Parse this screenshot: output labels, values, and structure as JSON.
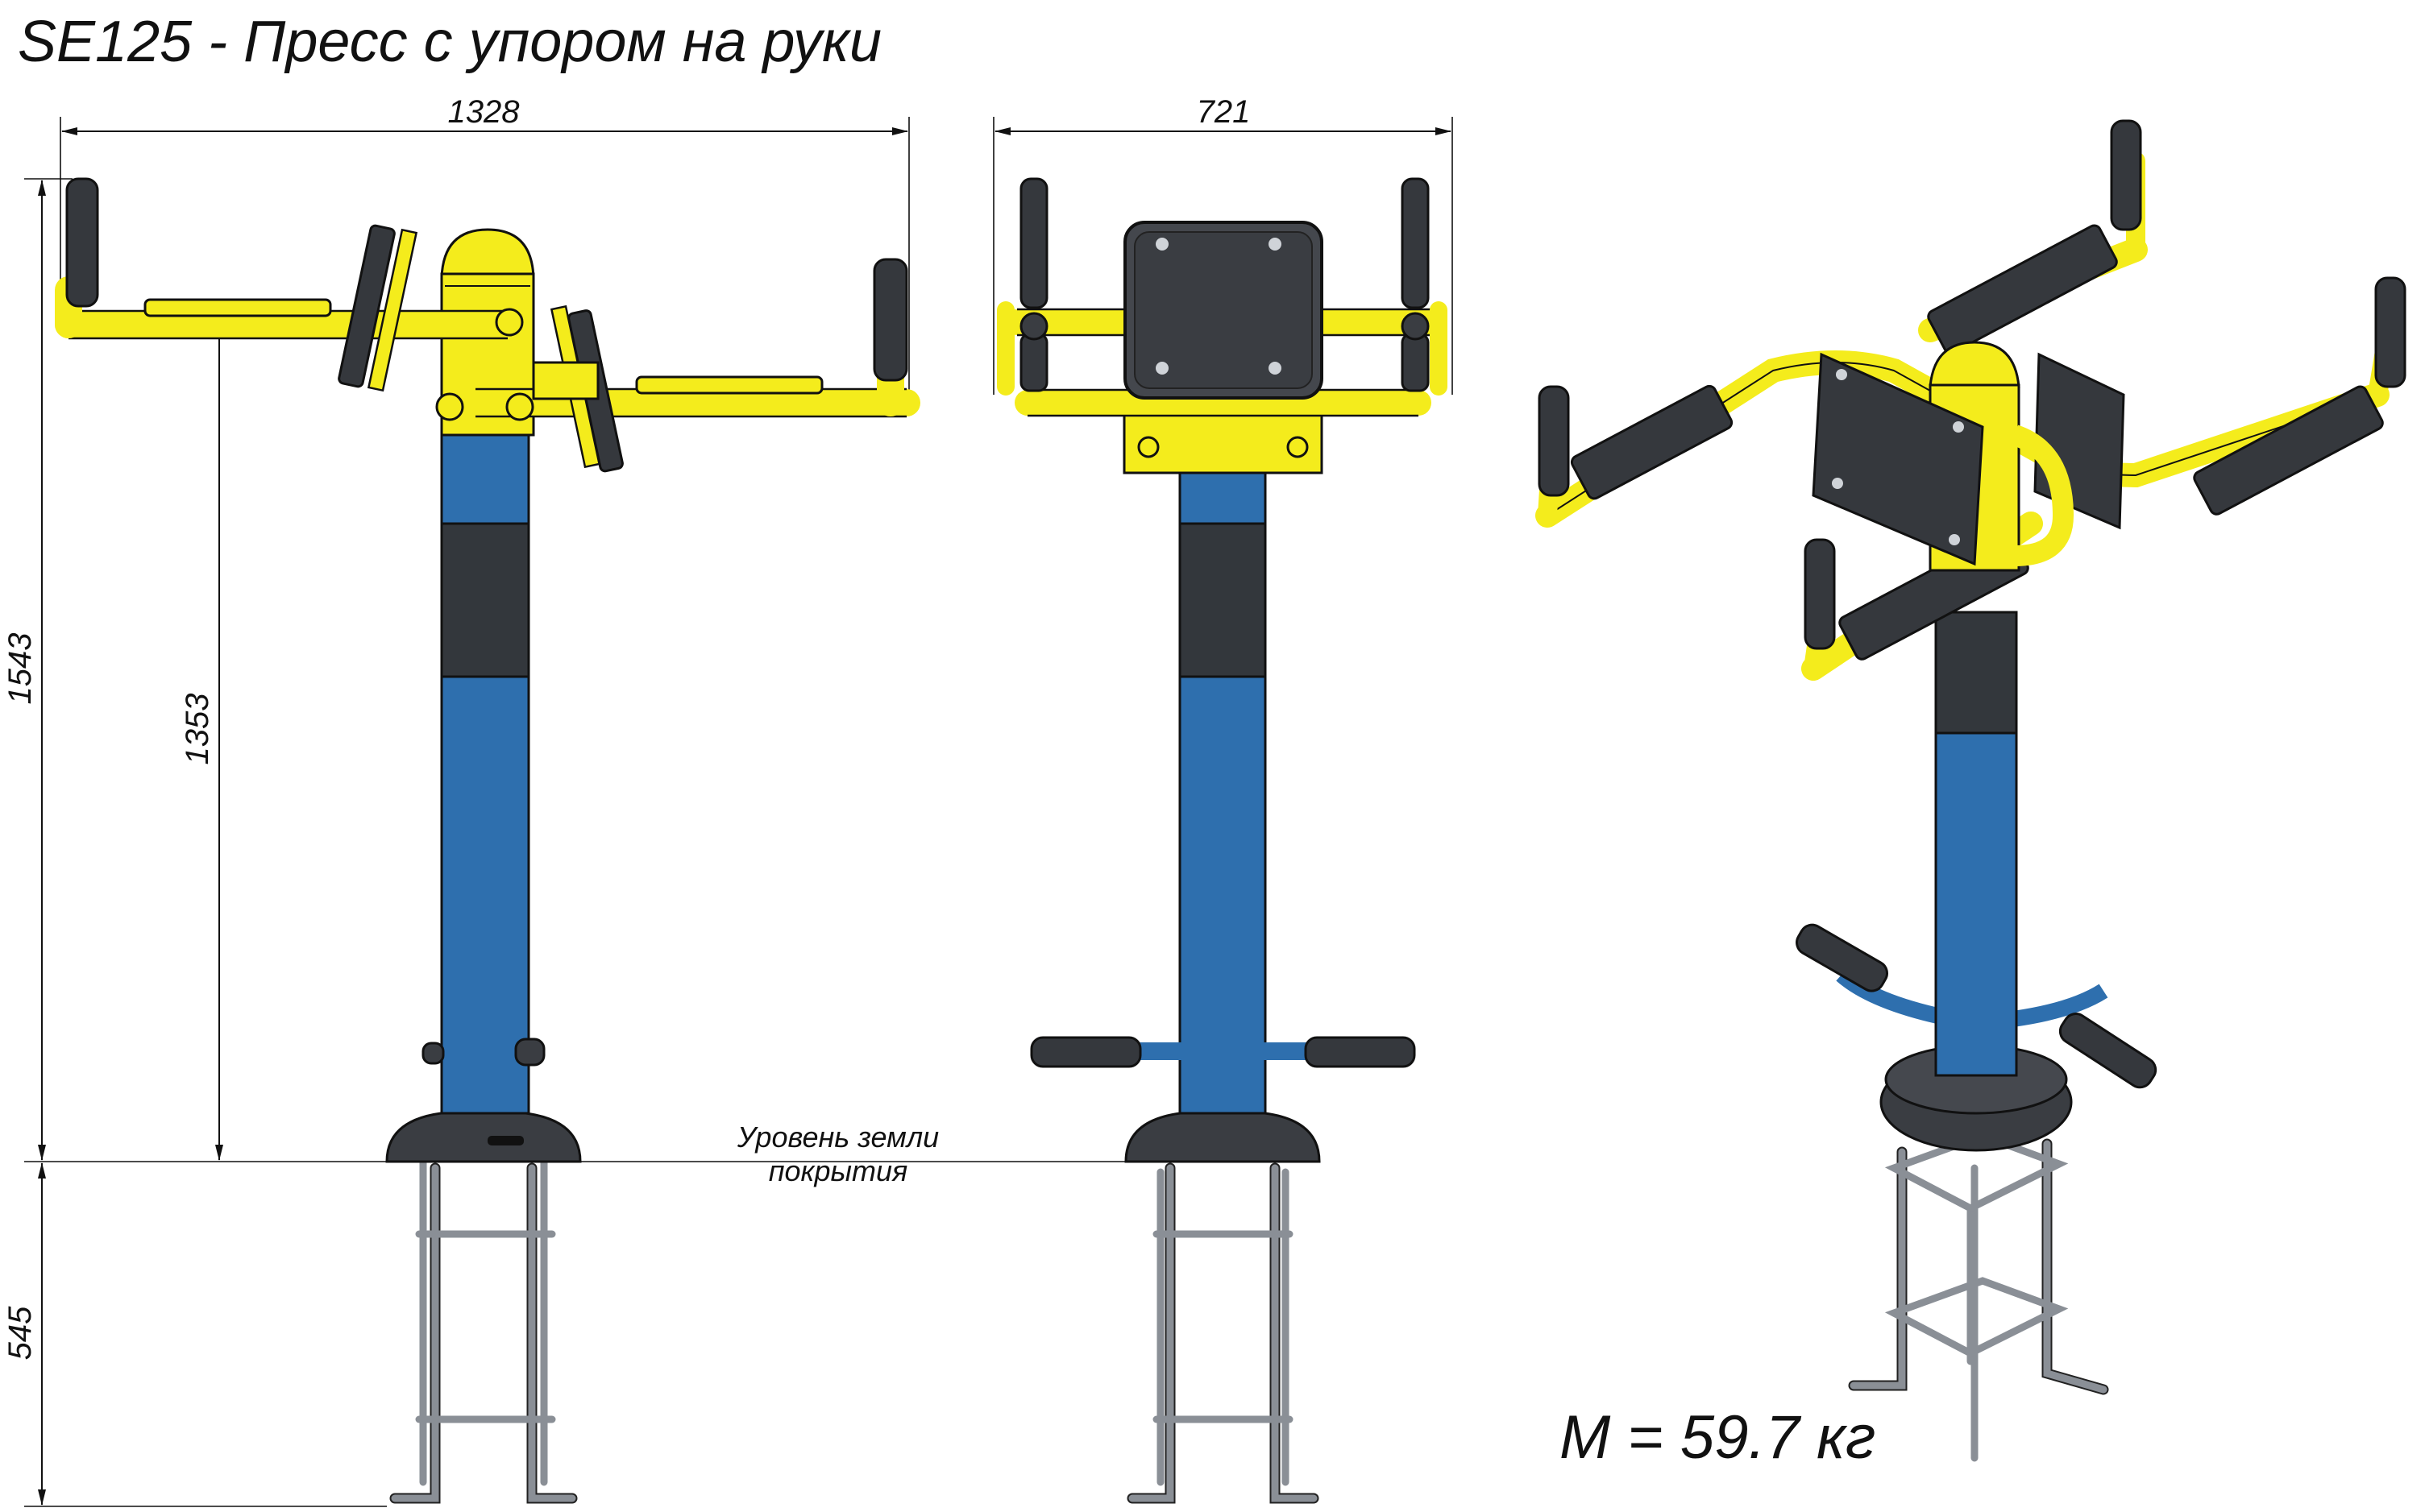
{
  "title": "SE125 - Пресс с упором на руки",
  "dimensions": {
    "width_side": "1328",
    "width_front": "721",
    "total_height": "1543",
    "handle_height": "1353",
    "depth_below_ground": "545"
  },
  "ground_label": {
    "line1": "Уровень земли",
    "line2": "покрытия"
  },
  "mass": "M = 59.7 кг",
  "colors": {
    "frame_yellow": "#f4ec1c",
    "post_blue": "#2e6fae",
    "pad_dark": "#35383d",
    "rebar_grey": "#8a8f96"
  }
}
